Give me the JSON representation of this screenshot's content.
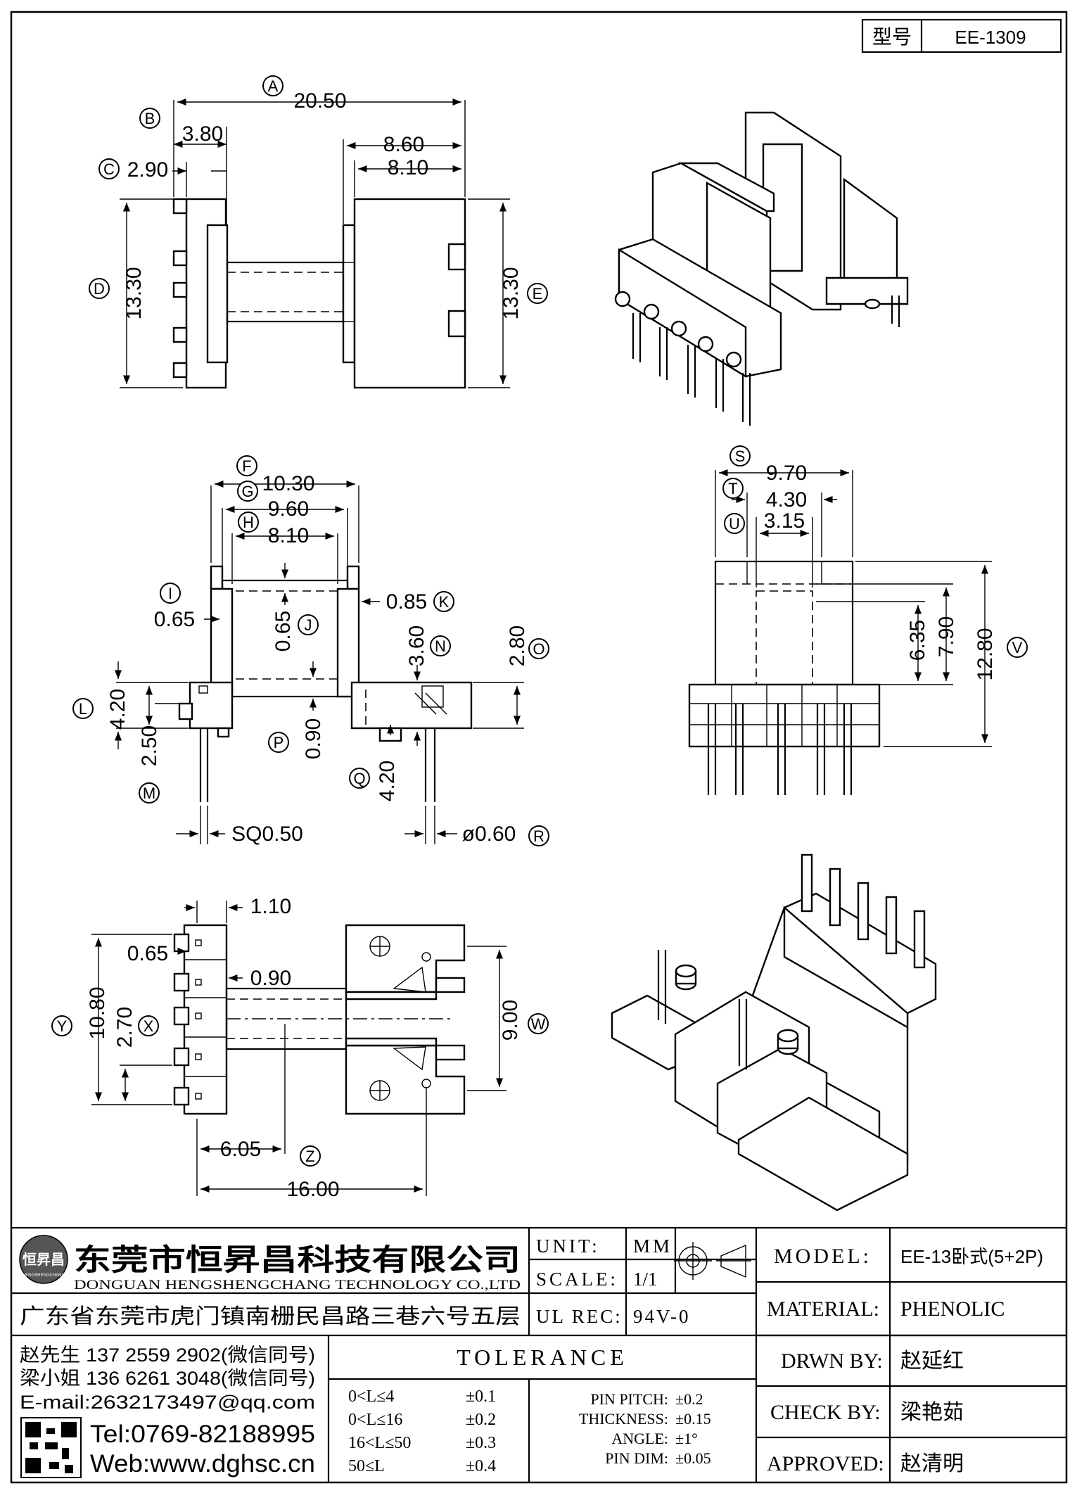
{
  "model_box": {
    "key": "型号",
    "value": "EE-1309"
  },
  "dimensions": {
    "a": "20.50",
    "b": "3.80",
    "c": "2.90",
    "d": "13.30",
    "e": "13.30",
    "top_860": "8.60",
    "top_810": "8.10",
    "f": "10.30",
    "g": "9.60",
    "h": "8.10",
    "i": "0.65",
    "j": "0.65",
    "k": "0.85",
    "l": "4.20",
    "m": "2.50",
    "n": "3.60",
    "o": "2.80",
    "p": "0.90",
    "q": "4.20",
    "sq": "SQ0.50",
    "r": "ø0.60",
    "s": "9.70",
    "t": "4.30",
    "u": "3.15",
    "v": "12.80",
    "v2": "7.90",
    "v3": "6.35",
    "b110": "1.10",
    "b065": "0.65",
    "b090": "0.90",
    "x": "2.70",
    "y": "10.80",
    "w": "9.00",
    "z1": "6.05",
    "z": "16.00"
  },
  "labels": {
    "a": "A",
    "b": "B",
    "c": "C",
    "d": "D",
    "e": "E",
    "f": "F",
    "g": "G",
    "h": "H",
    "i": "I",
    "j": "J",
    "k": "K",
    "l": "L",
    "m": "M",
    "n": "N",
    "o": "O",
    "p": "P",
    "q": "Q",
    "r": "R",
    "s": "S",
    "t": "T",
    "u": "U",
    "v": "V",
    "w": "W",
    "x": "X",
    "y": "Y",
    "z": "Z"
  },
  "company": {
    "name_cn": "东莞市恒昇昌科技有限公司",
    "name_en": "DONGUAN HENGSHENGCHANG TECHNOLOGY CO.,LTD",
    "address": "广东省东莞市虎门镇南栅民昌路三巷六号五层",
    "logo_text": "恒昇昌",
    "logo_sub": "HENGSHENGCHANG",
    "contacts": [
      "赵先生 137 2559 2902(微信同号)",
      "梁小姐 136 6261 3048(微信同号)",
      "E-mail:2632173497@qq.com"
    ],
    "tel": "Tel:0769-82188995",
    "web": "Web:www.dghsc.cn"
  },
  "unit": {
    "label": "UNIT:",
    "value": "MM"
  },
  "scale": {
    "label": "SCALE:",
    "value": "1/1"
  },
  "ul_rec": {
    "label": "UL REC:",
    "value": "94V-0"
  },
  "tolerance": {
    "title": "TOLERANCE",
    "ranges": [
      "0<L≤4",
      "0<L≤16",
      "16<L≤50",
      "50≤L"
    ],
    "range_values": [
      "±0.1",
      "±0.2",
      "±0.3",
      "±0.4"
    ],
    "items": [
      "PIN PITCH:",
      "THICKNESS:",
      "ANGLE:",
      "PIN DIM:"
    ],
    "item_values": [
      "±0.2",
      "±0.15",
      "±1°",
      "±0.05"
    ]
  },
  "info": {
    "model_label": "MODEL:",
    "model_value": "EE-13卧式(5+2P)",
    "material_label": "MATERIAL:",
    "material_value": "PHENOLIC",
    "drawn_label": "DRWN BY:",
    "drawn_value": "赵延红",
    "check_label": "CHECK BY:",
    "check_value": "梁艳茹",
    "approved_label": "APPROVED:",
    "approved_value": "赵清明"
  },
  "colors": {
    "line": "#000000",
    "background": "#ffffff"
  }
}
